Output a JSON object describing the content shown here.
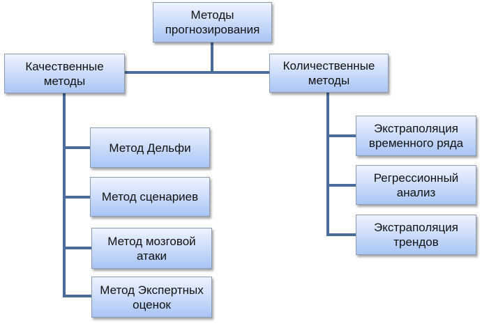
{
  "root": "Методы прогнозирования",
  "qualitative": {
    "title": "Качественные методы",
    "items": [
      "Метод Дельфи",
      "Метод сценариев",
      "Метод мозговой атаки",
      "Метод Экспертных оценок"
    ]
  },
  "quantitative": {
    "title": "Количественные методы",
    "items": [
      "Экстраполяция временного ряда",
      "Регрессионный анализ",
      "Экстраполяция трендов"
    ]
  },
  "colors": {
    "connector": "#4a6c9b",
    "box_top": "#eef3ff",
    "box_bottom": "#a9c5f5"
  }
}
